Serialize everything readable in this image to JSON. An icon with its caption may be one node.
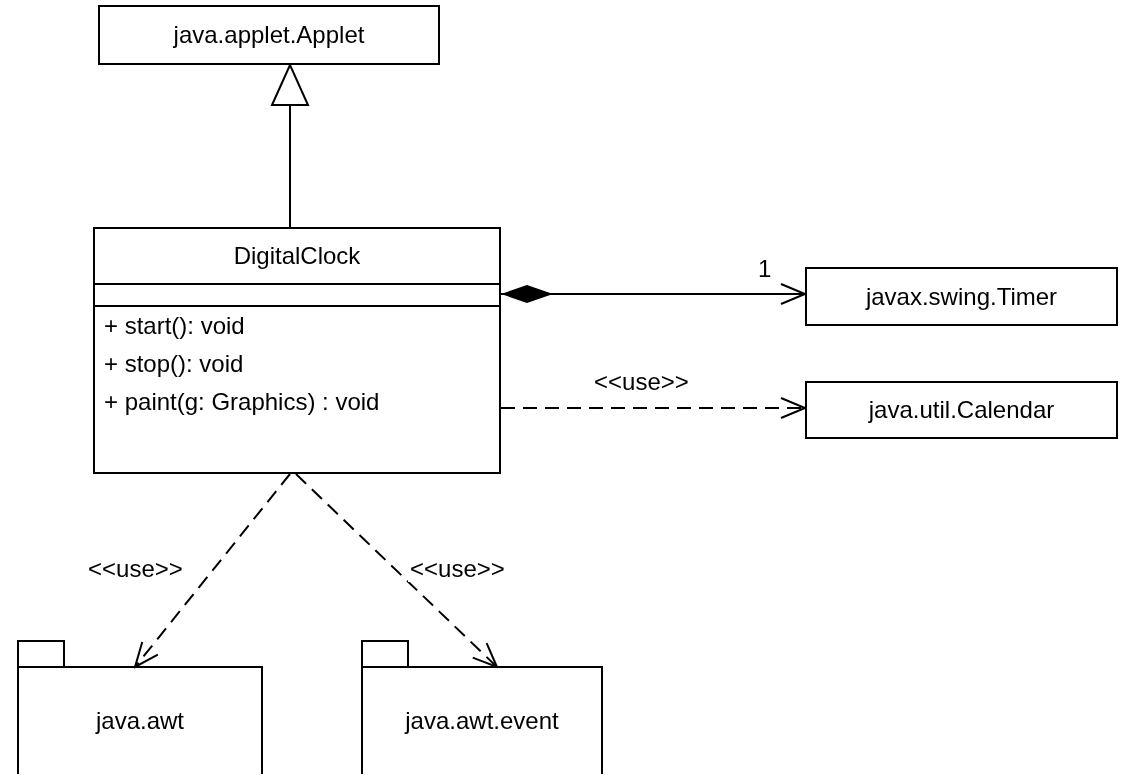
{
  "diagram": {
    "nodes": [
      {
        "text": [
          "java.applet.Applet"
        ]
      },
      {
        "text": [
          "DigitalClock",
          "+ start(): void",
          "+ stop(): void",
          "+ paint(g: Graphics) : void"
        ]
      },
      {
        "text": [
          "javax.swing.Timer"
        ]
      },
      {
        "text": [
          "java.util.Calendar"
        ]
      },
      {
        "text": [
          "java.awt"
        ]
      },
      {
        "text": [
          "java.awt.event"
        ]
      }
    ],
    "edges": [
      {
        "from": 1,
        "to": 0,
        "arrow": "to"
      },
      {
        "from": 1,
        "to": 2,
        "arrow": "to",
        "label": "1"
      },
      {
        "from": 1,
        "to": 3,
        "arrow": "to",
        "label": "<<use>>",
        "style": "dashed"
      },
      {
        "from": 1,
        "to": 4,
        "arrow": "to",
        "label": "<<use>>",
        "style": "dashed"
      },
      {
        "from": 1,
        "to": 5,
        "arrow": "to",
        "label": "<<use>>",
        "style": "dashed"
      }
    ]
  }
}
